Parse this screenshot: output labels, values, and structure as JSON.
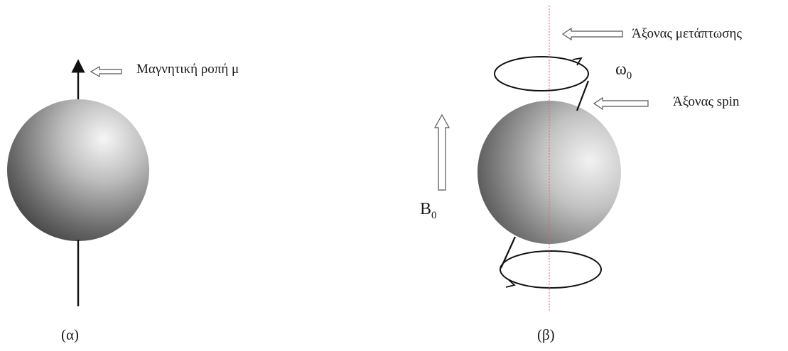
{
  "panel_a": {
    "caption": "(α)",
    "magnetic_moment_label": "Μαγνητική ροπή μ"
  },
  "panel_b": {
    "caption": "(β)",
    "precession_axis_label": "Άξονας μετάπτωσης",
    "spin_axis_label": "Άξονας spin",
    "omega_symbol": "ω",
    "omega_subscript": "0",
    "field_symbol": "B",
    "field_subscript": "0"
  },
  "colors": {
    "sphere_highlight": "#f4f4f4",
    "sphere_shadow": "#3a3a3a",
    "axis_line": "#111111",
    "precession_axis_dotted": "#e06070",
    "arrow_outline": "#555555"
  }
}
